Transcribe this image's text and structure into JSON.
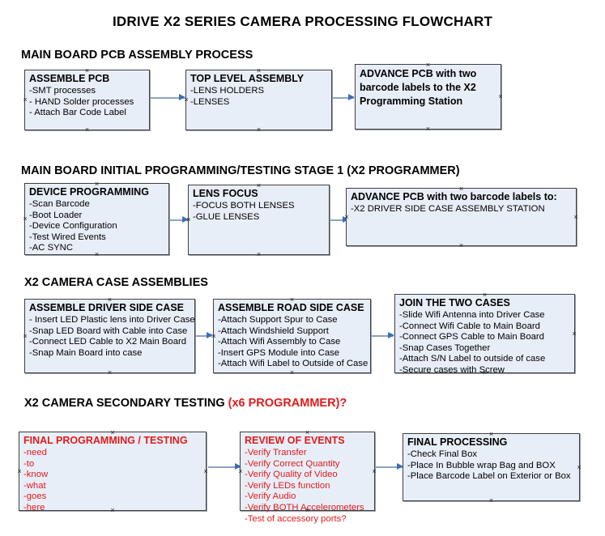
{
  "document": {
    "title": "IDRIVE X2  SERIES CAMERA PROCESSING FLOWCHART",
    "accent_color": "#e01b1b",
    "box_fill": "#e8eef7",
    "box_border": "#3f3f3f",
    "arrow_color": "#8ea4c0",
    "arrow_head_color": "#3b6fb5"
  },
  "sections": [
    {
      "id": "main-board-pcb-assembly",
      "heading": "MAIN BOARD PCB ASSEMBLY PROCESS",
      "heading_accent": "",
      "boxes": [
        {
          "id": "assemble-pcb",
          "title": "ASSEMBLE PCB",
          "lines": [
            "-SMT processes",
            "- HAND Solder processes",
            "- Attach Bar Code Label"
          ]
        },
        {
          "id": "top-level-assembly",
          "title": "TOP LEVEL ASSEMBLY",
          "lines": [
            "-LENS HOLDERS",
            "-LENSES"
          ]
        },
        {
          "id": "advance-pcb-programming-station",
          "title": "ADVANCE PCB with two barcode labels to the  X2 Programming Station",
          "lines": []
        }
      ]
    },
    {
      "id": "main-board-initial-programming",
      "heading": "MAIN BOARD INITIAL PROGRAMMING/TESTING STAGE 1 (X2 PROGRAMMER)",
      "heading_accent": "",
      "boxes": [
        {
          "id": "device-programming",
          "title": "DEVICE PROGRAMMING",
          "lines": [
            "-Scan Barcode",
            "-Boot Loader",
            "-Device Configuration",
            "-Test Wired Events",
            "-AC SYNC"
          ]
        },
        {
          "id": "lens-focus",
          "title": "LENS FOCUS",
          "lines": [
            "-FOCUS BOTH LENSES",
            "-GLUE LENSES"
          ]
        },
        {
          "id": "advance-pcb-driver-side-case",
          "title": "ADVANCE PCB with two barcode labels to:",
          "lines": [
            "-X2 DRIVER  SIDE  CASE  ASSEMBLY STATION"
          ]
        }
      ]
    },
    {
      "id": "x2-camera-case-assemblies",
      "heading": "X2 CAMERA CASE ASSEMBLIES",
      "heading_accent": "",
      "boxes": [
        {
          "id": "assemble-driver-side-case",
          "title": "ASSEMBLE DRIVER SIDE CASE",
          "lines": [
            "- Insert LED Plastic lens into Driver Case",
            "-Snap LED Board with Cable into Case",
            "-Connect LED Cable to X2 Main Board",
            "-Snap Main Board into case"
          ]
        },
        {
          "id": "assemble-road-side-case",
          "title": "ASSEMBLE ROAD SIDE CASE",
          "lines": [
            "-Attach Support Spur to Case",
            "-Attach Windshield Support",
            "-Attach Wifi Assembly to Case",
            "-Insert GPS Module into Case",
            "-Attach Wifi Label to Outside of Case"
          ]
        },
        {
          "id": "join-the-two-cases",
          "title": "JOIN THE TWO CASES",
          "lines": [
            "-Slide Wifi Antenna into Driver Case",
            "-Connect Wifi Cable to Main Board",
            "-Connect GPS Cable to Main Board",
            "-Snap Cases Together",
            "-Attach S/N Label to outside of case",
            "-Secure cases with Screw"
          ]
        }
      ]
    },
    {
      "id": "x2-camera-secondary-testing",
      "heading": "X2 CAMERA SECONDARY TESTING ",
      "heading_accent": "(x6 PROGRAMMER)?",
      "boxes": [
        {
          "id": "final-programming-testing",
          "title": "FINAL PROGRAMMING / TESTING",
          "lines": [
            "-need",
            "-to",
            "-know",
            "-what",
            "-goes",
            "-here"
          ]
        },
        {
          "id": "review-of-events",
          "title": "REVIEW OF EVENTS",
          "lines": [
            "-Verify Transfer",
            "-Verify Correct Quantity",
            "-Verify Quality of Video",
            "-Verify LEDs function",
            "-Verify Audio",
            "-Verify BOTH Accelerometers",
            "-Test of accessory ports?"
          ]
        },
        {
          "id": "final-processing",
          "title": "FINAL PROCESSING",
          "lines": [
            " -Check Final Box",
            "-Place In Bubble wrap Bag and BOX",
            "-Place Barcode Label on Exterior or Box"
          ]
        }
      ]
    }
  ]
}
